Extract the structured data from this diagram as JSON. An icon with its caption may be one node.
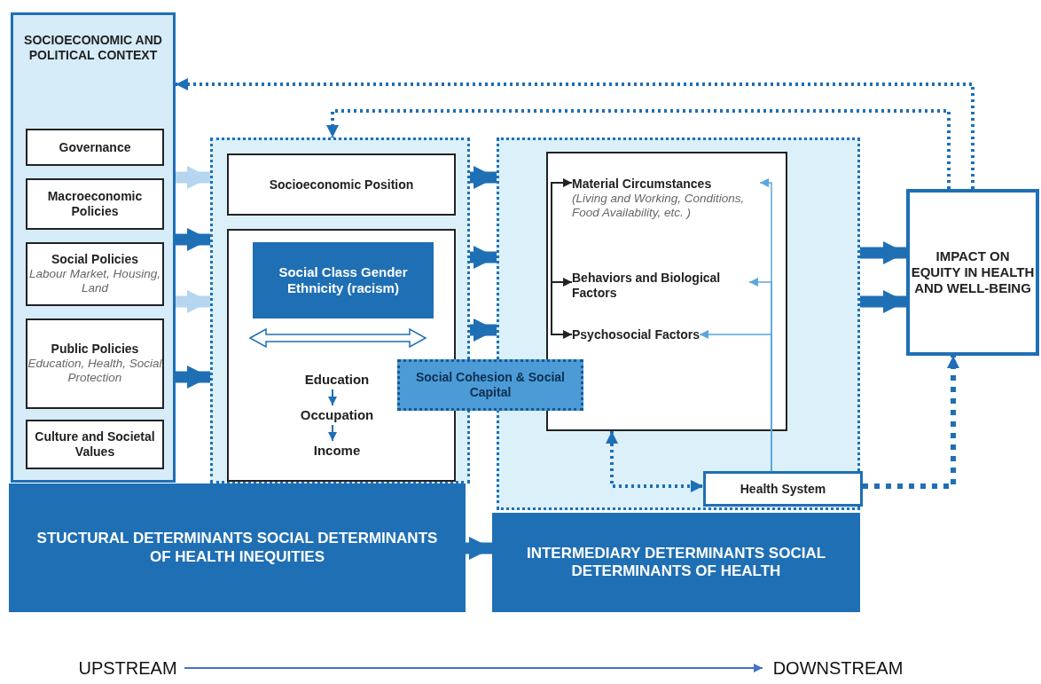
{
  "diagram": {
    "nodes": [
      {
        "text": [
          "SOCIOECONOMIC AND POLITICAL CONTEXT"
        ]
      },
      {
        "text": [
          "Governance"
        ],
        "in": 0
      },
      {
        "text": [
          "Macroeconomic Policies"
        ],
        "in": 0
      },
      {
        "text": [
          "Social Policies",
          "Labour Market, Housing, Land"
        ],
        "in": 0
      },
      {
        "text": [
          "Public Policies",
          "Education, Health, Social Protection"
        ],
        "in": 0
      },
      {
        "text": [
          "Culture and Societal Values"
        ],
        "in": 0
      },
      {
        "text": [],
        "shape": "box"
      },
      {
        "text": [
          "Socioeconomic Position"
        ],
        "in": 6
      },
      {
        "text": [],
        "shape": "box",
        "in": 6
      },
      {
        "text": [
          "Social Class Gender Ethnicity (racism)"
        ],
        "in": 8
      },
      {
        "text": [
          "Education"
        ],
        "in": 8
      },
      {
        "text": [
          "Occupation"
        ],
        "in": 8
      },
      {
        "text": [
          "Income"
        ],
        "in": 8
      },
      {
        "text": [
          "Social Cohesion & Social Capital"
        ]
      },
      {
        "text": [],
        "shape": "box"
      },
      {
        "text": [],
        "shape": "box",
        "in": 14
      },
      {
        "text": [
          "Material Circumstances",
          "(Living and Working, Conditions, Food Availability, etc. )"
        ],
        "in": 15
      },
      {
        "text": [
          "Behaviors and Biological Factors"
        ],
        "in": 15
      },
      {
        "text": [
          "Psychosocial Factors"
        ],
        "in": 15
      },
      {
        "text": [
          "Health System"
        ],
        "in": 14
      },
      {
        "text": [
          "IMPACT ON EQUITY IN HEALTH AND WELL-BEING"
        ]
      },
      {
        "text": [
          "STUCTURAL DETERMINANTS SOCIAL DETERMINANTS OF HEALTH INEQUITIES"
        ]
      },
      {
        "text": [
          "INTERMEDIARY DETERMINANTS SOCIAL DETERMINANTS OF HEALTH"
        ]
      },
      {
        "text": [
          "UPSTREAM"
        ]
      },
      {
        "text": [
          "DOWNSTREAM"
        ]
      }
    ],
    "edges": [
      {
        "from": 20,
        "to": 0,
        "arrow": "to",
        "style": "dashed"
      },
      {
        "from": 20,
        "to": 6,
        "arrow": "to",
        "style": "dashed"
      },
      {
        "from": 0,
        "to": 6,
        "arrow": "to",
        "style": "thick",
        "color": "#b5d6ee"
      },
      {
        "from": 0,
        "to": 6,
        "arrow": "to",
        "style": "thick"
      },
      {
        "from": 0,
        "to": 6,
        "arrow": "to",
        "style": "thick",
        "color": "#b5d6ee"
      },
      {
        "from": 0,
        "to": 6,
        "arrow": "to",
        "style": "thick"
      },
      {
        "from": 6,
        "to": 14,
        "arrow": "to",
        "style": "thick"
      },
      {
        "from": 6,
        "to": 14,
        "arrow": "to",
        "style": "thick"
      },
      {
        "from": 6,
        "to": 14,
        "arrow": "to",
        "style": "thick"
      },
      {
        "from": 21,
        "to": 22,
        "arrow": "to",
        "style": "thick"
      },
      {
        "from": 14,
        "to": 20,
        "arrow": "to",
        "style": "thick"
      },
      {
        "from": 14,
        "to": 20,
        "arrow": "to",
        "style": "thick"
      },
      {
        "from": 19,
        "to": 20,
        "arrow": "to",
        "style": "dashed"
      },
      {
        "from": 15,
        "to": 19,
        "arrow": "both",
        "style": "dashed"
      },
      {
        "from": 19,
        "to": 16,
        "arrow": "to",
        "color": "#5aa6dc"
      },
      {
        "from": 19,
        "to": 17,
        "arrow": "to",
        "color": "#5aa6dc"
      },
      {
        "from": 19,
        "to": 18,
        "arrow": "to",
        "color": "#5aa6dc"
      },
      {
        "from": null,
        "to": 16,
        "arrow": "to",
        "color": "#222222"
      },
      {
        "from": null,
        "to": 17,
        "arrow": "to",
        "color": "#222222"
      },
      {
        "from": null,
        "to": 18,
        "arrow": "to",
        "color": "#222222"
      },
      {
        "from": 10,
        "to": 11,
        "arrow": "to"
      },
      {
        "from": 11,
        "to": 12,
        "arrow": "to"
      },
      {
        "from": 23,
        "to": 24,
        "arrow": "to",
        "color": "#4472c4"
      }
    ]
  }
}
